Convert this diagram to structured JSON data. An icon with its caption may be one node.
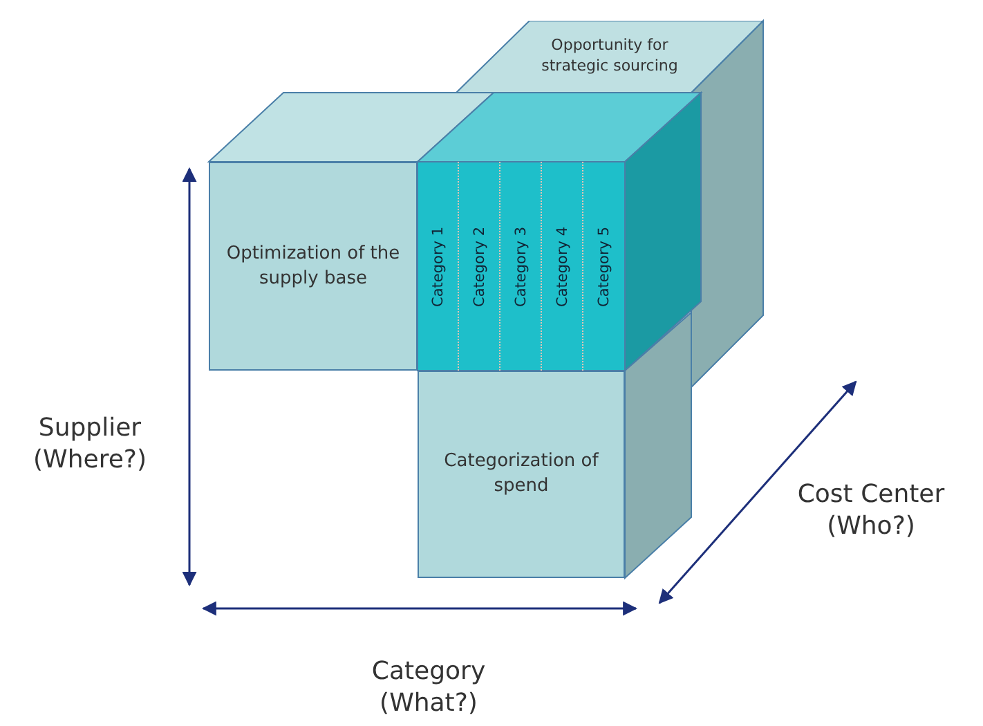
{
  "diagram": {
    "nodes": [
      {
        "text": [
          "Optimization of the supply base"
        ]
      },
      {
        "text": [
          "Opportunity for strategic sourcing"
        ]
      },
      {
        "text": [
          "Category 1"
        ]
      },
      {
        "text": [
          "Category 2"
        ]
      },
      {
        "text": [
          "Category 3"
        ]
      },
      {
        "text": [
          "Category 4"
        ]
      },
      {
        "text": [
          "Category 5"
        ]
      },
      {
        "text": [
          "Categorization of spend"
        ]
      }
    ],
    "edges": [],
    "labels": [
      "Supplier (Where?)",
      "Cost Center (Who?)",
      "Category (What?)"
    ]
  }
}
